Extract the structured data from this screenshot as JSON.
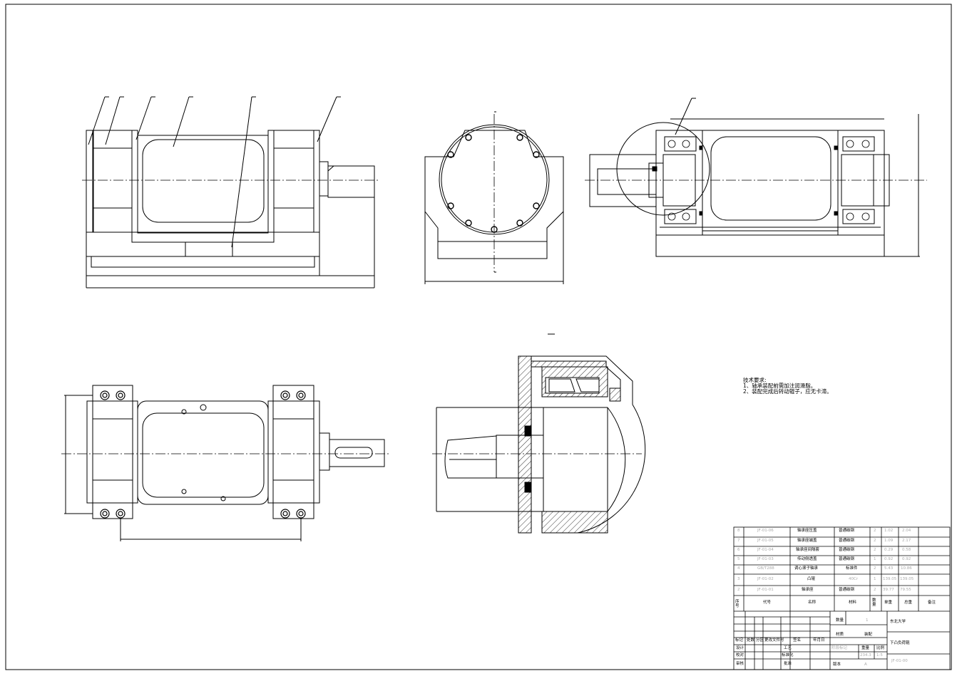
{
  "notes": {
    "title": "技术要求:",
    "items": [
      "1、轴承装配前需加注润滑脂。",
      "2、装配完成后转动辊子，应无卡滞。"
    ]
  },
  "bom": {
    "rows": [
      {
        "no": "8",
        "code": "JF-01-06",
        "name": "轴承座压盖",
        "material": "普通碳钢",
        "qty": "2",
        "unit": "1.02",
        "total": "2.04"
      },
      {
        "no": "7",
        "code": "JF-01-05",
        "name": "轴承座端盖",
        "material": "普通碳钢",
        "qty": "2",
        "unit": "1.09",
        "total": "2.17"
      },
      {
        "no": "6",
        "code": "JF-01-04",
        "name": "轴承座间隔套",
        "material": "普通碳钢",
        "qty": "2",
        "unit": "0.29",
        "total": "0.58"
      },
      {
        "no": "5",
        "code": "JF-01-03",
        "name": "传动侧透盖",
        "material": "普通碳钢",
        "qty": "1",
        "unit": "0.92",
        "total": "0.92"
      },
      {
        "no": "4",
        "code": "GB/T288",
        "name": "调心滚子轴承",
        "material": "标准件",
        "qty": "2",
        "unit": "5.43",
        "total": "10.86"
      },
      {
        "no": "3",
        "code": "JF-01-02",
        "name": "凸辊",
        "material": "40Cr",
        "qty": "1",
        "unit": "139.05",
        "total": "139.05"
      },
      {
        "no": "2",
        "code": "JF-01-01",
        "name": "轴承座",
        "material": "普通碳钢",
        "qty": "2",
        "unit": "39.77",
        "total": "79.55"
      }
    ],
    "header": {
      "no": "序号",
      "code": "代号",
      "name": "名称",
      "material": "材料",
      "qty": "数量",
      "unit": "单重",
      "total": "总重",
      "remark": "备注"
    }
  },
  "title_block": {
    "qty_label": "数量",
    "qty_value": "1",
    "school": "东北大学",
    "material_label": "材质",
    "assembly": "装配",
    "drawing_name": "下凸负荷辊",
    "rev_headers": [
      "标记",
      "处数",
      "分区",
      "更改文件号",
      "签名",
      "年月日"
    ],
    "roles": [
      "设计",
      "校对",
      "审核"
    ],
    "roles2": [
      "工艺",
      "标准化",
      "批准"
    ],
    "stage_label": "阶段标记",
    "weight_label": "重量",
    "scale_label": "比例",
    "weight_value": "234.3",
    "scale_value": "1:5",
    "version_label": "版本",
    "version_value": "A",
    "drawing_no": "JF-01-00"
  }
}
